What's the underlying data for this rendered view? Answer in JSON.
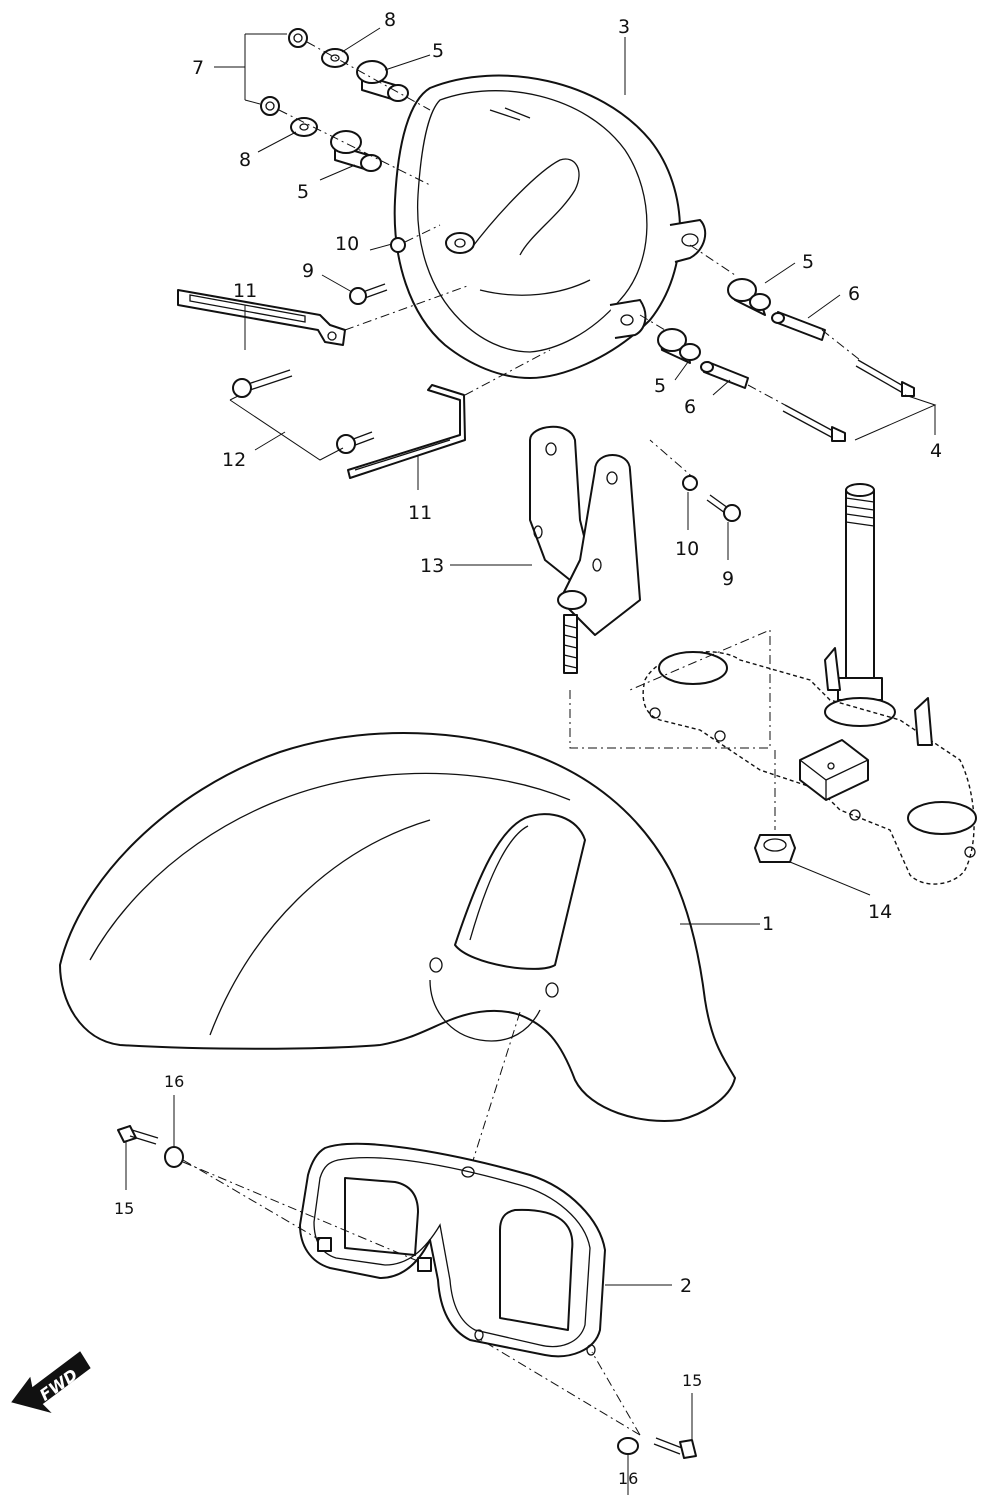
{
  "callouts": {
    "c1": "1",
    "c2": "2",
    "c3": "3",
    "c4": "4",
    "c5a": "5",
    "c5b": "5",
    "c5c": "5",
    "c5d": "5",
    "c6a": "6",
    "c6b": "6",
    "c7": "7",
    "c8a": "8",
    "c8b": "8",
    "c9a": "9",
    "c9b": "9",
    "c10a": "10",
    "c10b": "10",
    "c11a": "11",
    "c11b": "11",
    "c12": "12",
    "c13": "13",
    "c14": "14",
    "c15a": "15",
    "c15b": "15",
    "c16a": "16",
    "c16b": "16"
  },
  "fwd_label": "FWD"
}
